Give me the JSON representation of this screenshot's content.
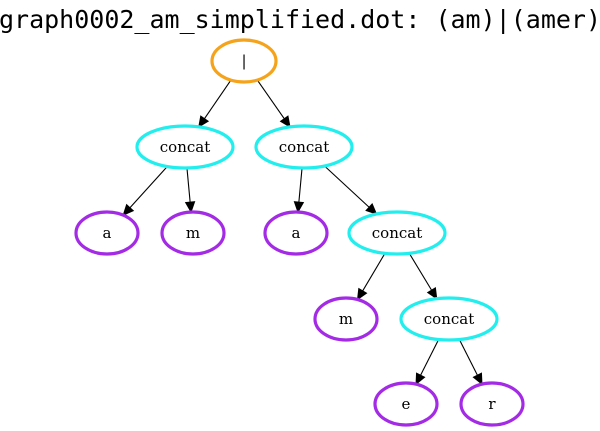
{
  "title": "graph0002_am_simplified.dot: (am)|(amer)",
  "colors": {
    "root": "#f5a31a",
    "concat": "#22eeee",
    "leaf": "#a42be6"
  },
  "nodes": [
    {
      "id": "n0",
      "label": "|",
      "kind": "root"
    },
    {
      "id": "n1",
      "label": "concat",
      "kind": "concat"
    },
    {
      "id": "n2",
      "label": "concat",
      "kind": "concat"
    },
    {
      "id": "n3",
      "label": "a",
      "kind": "leaf"
    },
    {
      "id": "n4",
      "label": "m",
      "kind": "leaf"
    },
    {
      "id": "n5",
      "label": "a",
      "kind": "leaf"
    },
    {
      "id": "n6",
      "label": "concat",
      "kind": "concat"
    },
    {
      "id": "n7",
      "label": "m",
      "kind": "leaf"
    },
    {
      "id": "n8",
      "label": "concat",
      "kind": "concat"
    },
    {
      "id": "n9",
      "label": "e",
      "kind": "leaf"
    },
    {
      "id": "n10",
      "label": "r",
      "kind": "leaf"
    }
  ],
  "edges": [
    {
      "from": "n0",
      "to": "n1"
    },
    {
      "from": "n0",
      "to": "n2"
    },
    {
      "from": "n1",
      "to": "n3"
    },
    {
      "from": "n1",
      "to": "n4"
    },
    {
      "from": "n2",
      "to": "n5"
    },
    {
      "from": "n2",
      "to": "n6"
    },
    {
      "from": "n6",
      "to": "n7"
    },
    {
      "from": "n6",
      "to": "n8"
    },
    {
      "from": "n8",
      "to": "n9"
    },
    {
      "from": "n8",
      "to": "n10"
    }
  ]
}
